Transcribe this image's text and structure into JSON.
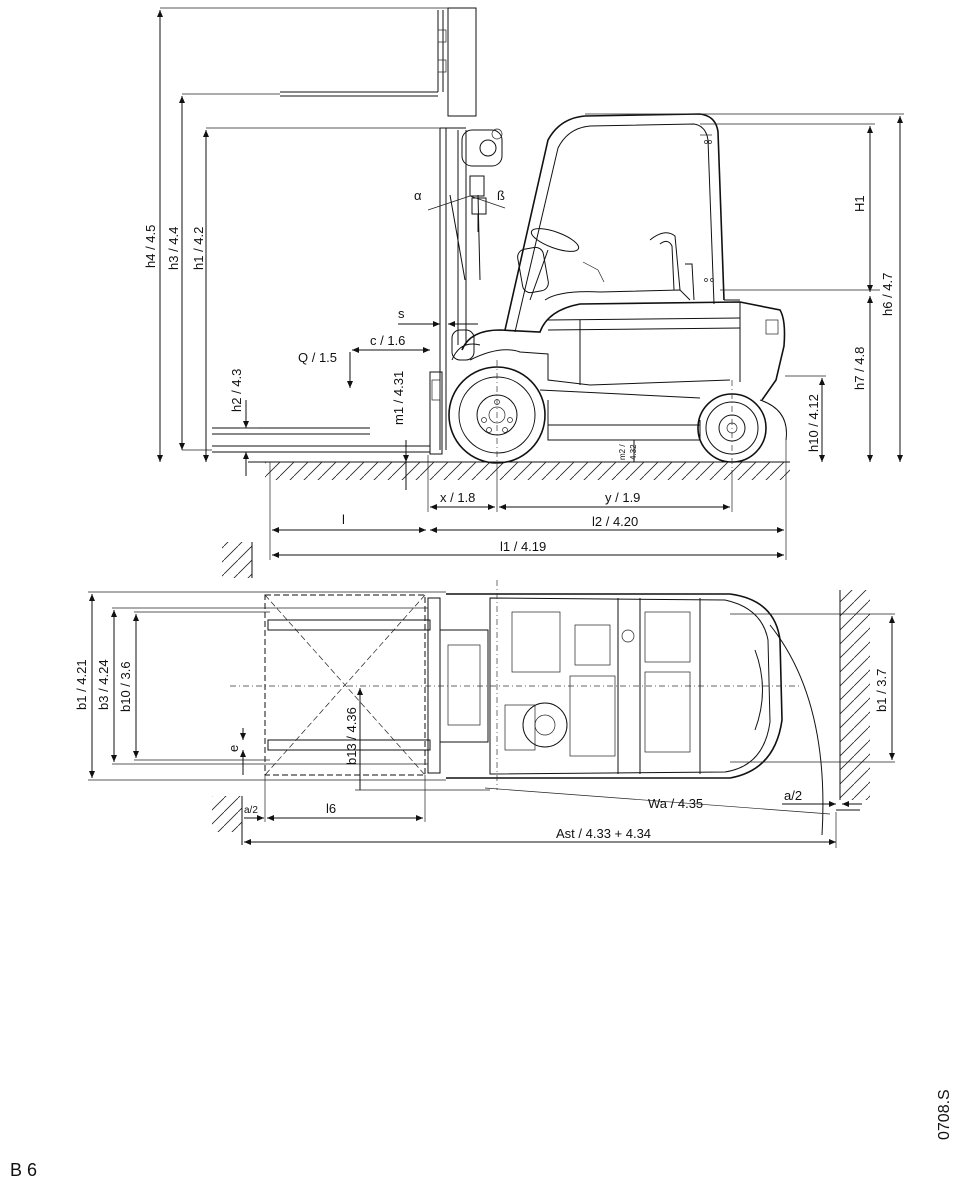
{
  "page_tag": "B 6",
  "doc_code": "0708.S",
  "side_view": {
    "heights": {
      "h4": "h4 / 4.5",
      "h3": "h3 / 4.4",
      "h1": "h1 / 4.2",
      "h2": "h2 / 4.3",
      "m1": "m1 / 4.31",
      "m2_line1": "m2 /",
      "m2_line2": "4.32",
      "H1": "H1",
      "h6": "h6 / 4.7",
      "h7": "h7 / 4.8",
      "h10": "h10 / 4.12"
    },
    "angles": {
      "alpha": "α",
      "beta": "ß"
    },
    "load": {
      "q": "Q / 1.5",
      "c": "c / 1.6",
      "s": "s"
    },
    "lengths": {
      "x": "x / 1.8",
      "y": "y / 1.9",
      "l": "l",
      "l2": "l2 / 4.20",
      "l1": "l1 / 4.19"
    }
  },
  "top_view": {
    "widths": {
      "b1_left": "b1 / 4.21",
      "b3": "b3 / 4.24",
      "b10": "b10 / 3.6",
      "e": "e",
      "b13": "b13 / 4.36",
      "b1_right": "b1 / 3.7"
    },
    "lengths": {
      "a2_left": "a/2",
      "l6": "l6",
      "wa": "Wa / 4.35",
      "a2_right": "a/2",
      "ast": "Ast / 4.33 + 4.34"
    }
  }
}
